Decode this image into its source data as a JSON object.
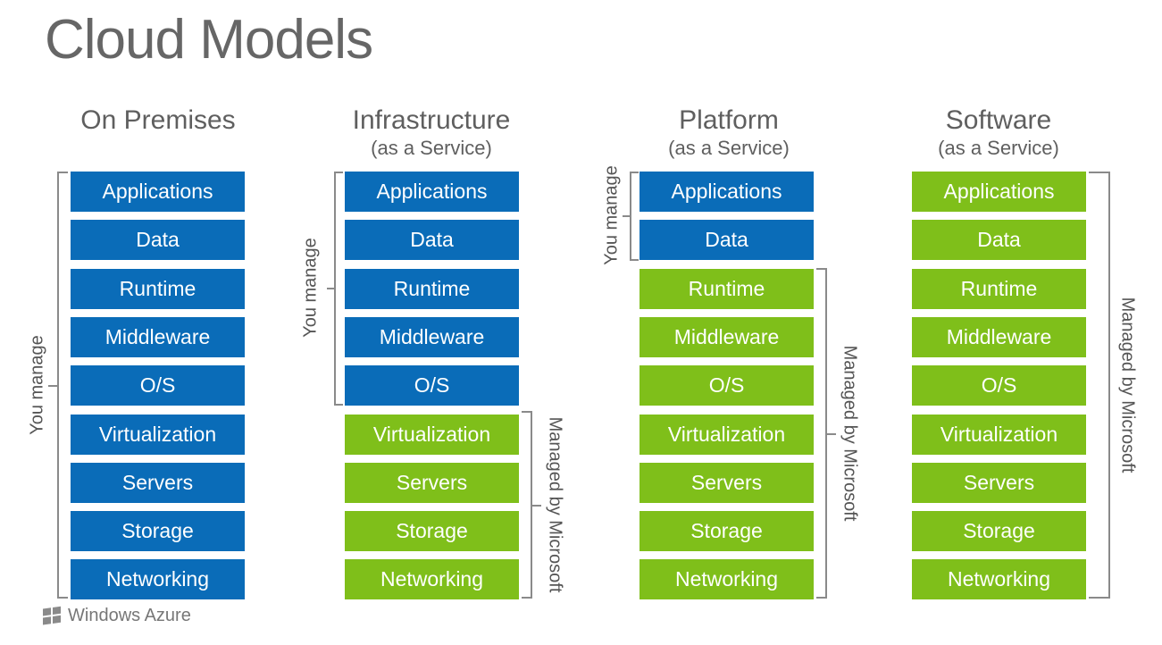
{
  "title": "Cloud Models",
  "columns": [
    {
      "name": "On Premises",
      "subtitle": ""
    },
    {
      "name": "Infrastructure",
      "subtitle": "(as a Service)"
    },
    {
      "name": "Platform",
      "subtitle": "(as a Service)"
    },
    {
      "name": "Software",
      "subtitle": "(as a Service)"
    }
  ],
  "layers": [
    "Applications",
    "Data",
    "Runtime",
    "Middleware",
    "O/S",
    "Virtualization",
    "Servers",
    "Storage",
    "Networking"
  ],
  "labels": {
    "you_manage": "You manage",
    "managed_by_microsoft": "Managed by Microsoft"
  },
  "colors": {
    "you_manage": "#0a6cb8",
    "managed_by_microsoft": "#7fbf1a"
  },
  "you_manage_counts": [
    9,
    5,
    2,
    0
  ],
  "logo": "Windows Azure"
}
